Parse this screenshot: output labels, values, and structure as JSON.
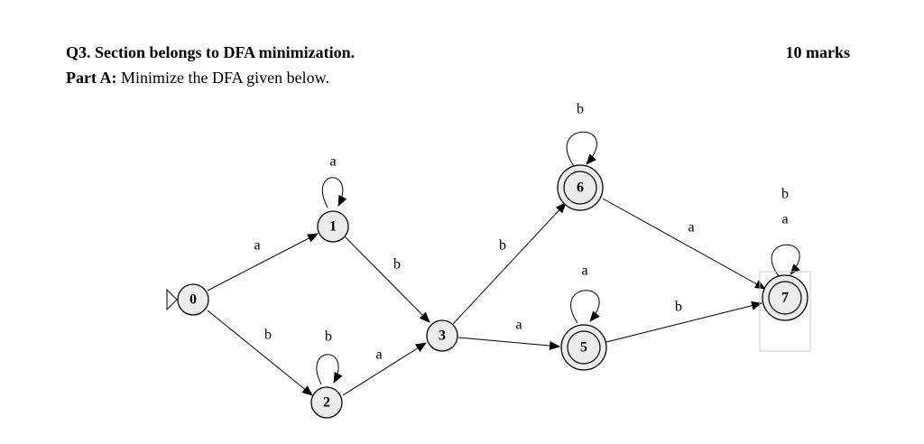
{
  "question": {
    "title": "Q3. Section belongs to DFA minimization.",
    "marks": "10 marks",
    "part_label": "Part A:",
    "part_text": " Minimize the DFA given below."
  },
  "dfa": {
    "start_state": "0",
    "states": [
      {
        "id": "0",
        "label": "0",
        "accepting": false
      },
      {
        "id": "1",
        "label": "1",
        "accepting": false
      },
      {
        "id": "2",
        "label": "2",
        "accepting": false
      },
      {
        "id": "3",
        "label": "3",
        "accepting": false
      },
      {
        "id": "5",
        "label": "5",
        "accepting": true
      },
      {
        "id": "6",
        "label": "6",
        "accepting": true
      },
      {
        "id": "7",
        "label": "7",
        "accepting": true
      }
    ],
    "transitions": [
      {
        "from": "0",
        "to": "1",
        "symbol": "a"
      },
      {
        "from": "0",
        "to": "2",
        "symbol": "b"
      },
      {
        "from": "1",
        "to": "1",
        "symbol": "a"
      },
      {
        "from": "1",
        "to": "3",
        "symbol": "b"
      },
      {
        "from": "2",
        "to": "2",
        "symbol": "b"
      },
      {
        "from": "2",
        "to": "3",
        "symbol": "a"
      },
      {
        "from": "3",
        "to": "6",
        "symbol": "b"
      },
      {
        "from": "3",
        "to": "5",
        "symbol": "a"
      },
      {
        "from": "6",
        "to": "6",
        "symbol": "b"
      },
      {
        "from": "6",
        "to": "7",
        "symbol": "a"
      },
      {
        "from": "5",
        "to": "5",
        "symbol": "a"
      },
      {
        "from": "5",
        "to": "7",
        "symbol": "b"
      },
      {
        "from": "7",
        "to": "7",
        "symbol": "b"
      },
      {
        "from": "7",
        "to": "7",
        "symbol": "a"
      }
    ]
  }
}
